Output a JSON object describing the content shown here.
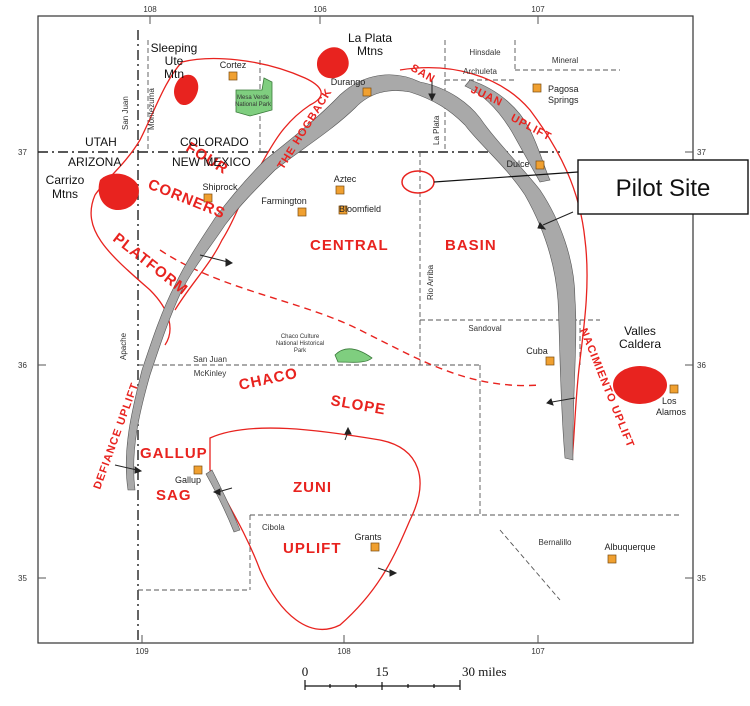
{
  "colors": {
    "uplift_outline": "#e8231f",
    "mountain_fill": "#e8231f",
    "hogback_fill": "#a9a9a9",
    "town_marker": "#f0a030",
    "park_fill": "#7fce7f"
  },
  "regions": {
    "four": "FOUR",
    "corners": "CORNERS",
    "platform": "PLATFORM",
    "the_hogback": "THE HOGBACK",
    "san": "SAN",
    "juan": "JUAN",
    "uplift_sj": "UPLIFT",
    "central": "CENTRAL",
    "basin": "BASIN",
    "chaco": "CHACO",
    "slope": "SLOPE",
    "nacimiento_uplift": "NACIMIENTO UPLIFT",
    "defiance_uplift": "DEFIANCE UPLIFT",
    "gallup": "GALLUP",
    "sag": "SAG",
    "zuni": "ZUNI",
    "uplift_zuni": "UPLIFT"
  },
  "mountains": {
    "sleeping_ute_1": "Sleeping",
    "sleeping_ute_2": "Ute",
    "sleeping_ute_3": "Mtn",
    "la_plata_1": "La Plata",
    "la_plata_2": "Mtns",
    "carrizo_1": "Carrizo",
    "carrizo_2": "Mtns",
    "valles_1": "Valles",
    "valles_2": "Caldera"
  },
  "states": {
    "utah": "UTAH",
    "colorado": "COLORADO",
    "arizona": "ARIZONA",
    "new_mexico": "NEW MEXICO"
  },
  "towns": {
    "cortez": "Cortez",
    "durango": "Durango",
    "pagosa_1": "Pagosa",
    "pagosa_2": "Springs",
    "dulce": "Dulce",
    "shiprock": "Shiprock",
    "farmington": "Farmington",
    "aztec": "Aztec",
    "bloomfield": "Bloomfield",
    "cuba": "Cuba",
    "los_alamos_1": "Los",
    "los_alamos_2": "Alamos",
    "gallup": "Gallup",
    "grants": "Grants",
    "albuquerque": "Albuquerque"
  },
  "counties": {
    "san_juan_co": "San Juan",
    "montezuma": "Montezuma",
    "hinsdale": "Hinsdale",
    "mineral": "Mineral",
    "archuleta": "Archuleta",
    "la_plata": "La Plata",
    "rio_arriba": "Rio Arriba",
    "sandoval": "Sandoval",
    "san_juan_nm": "San Juan",
    "mckinley": "McKinley",
    "apache": "Apache",
    "cibola": "Cibola",
    "bernalillo": "Bernalillo"
  },
  "parks": {
    "mesa_verde_1": "Mesa Verde",
    "mesa_verde_2": "National Park",
    "chaco_1": "Chaco Culture",
    "chaco_2": "National Historical",
    "chaco_3": "Park"
  },
  "graticule": {
    "top_108": "108",
    "top_106": "106",
    "top_107": "107",
    "left_37": "37",
    "right_37": "37",
    "left_36": "36",
    "right_36": "36",
    "left_35": "35",
    "right_35": "35",
    "bottom_109": "109",
    "bottom_108": "108",
    "bottom_107": "107"
  },
  "pilot_site": {
    "label": "Pilot Site"
  },
  "scale_bar": {
    "zero": "0",
    "fifteen": "15",
    "thirty": "30 miles"
  }
}
